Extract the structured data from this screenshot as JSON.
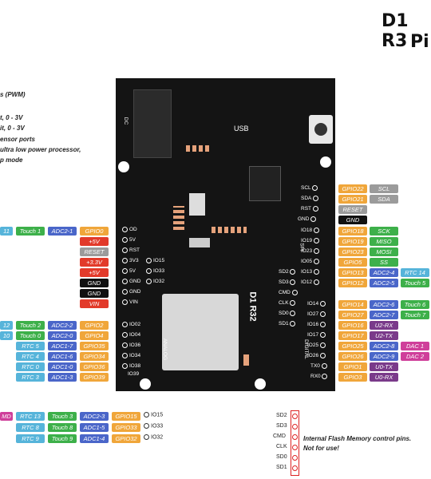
{
  "title": {
    "line1": "D1 R3",
    "line2": "Pi"
  },
  "legend": [
    "s (PWM)",
    "t, 0 - 3V",
    "it, 0 - 3V",
    "ensor ports",
    "ultra low power processor,",
    "p mode"
  ],
  "board": {
    "name": "D1 R32",
    "usb": "USB",
    "dc": "DC",
    "analog": "ANALOG",
    "digital": "DIGITAL",
    "spi": "SPI",
    "left_pins": [
      "OD",
      "5V",
      "RST",
      "3V3",
      "5V",
      "GND",
      "GND",
      "VIN"
    ],
    "left_pins_extra": [
      "IO15",
      "IO33",
      "IO32"
    ],
    "analog_pins": [
      "IO02",
      "IO04",
      "IO36",
      "IO34",
      "IO38",
      "IO39"
    ],
    "right_top_pins": [
      "SCL",
      "SDA",
      "RST",
      "GND"
    ],
    "spi_pins": [
      "IO18",
      "IO19",
      "IO23",
      "IO05"
    ],
    "inner_pins": [
      "SD2",
      "SD3",
      "CMD",
      "CLK",
      "SD0",
      "SD1"
    ],
    "right_pins_top": [
      "IO13",
      "IO12"
    ],
    "digital_pins": [
      "IO14",
      "IO27",
      "IO16",
      "IO17",
      "IO25",
      "IO26",
      "TX0",
      "RX0"
    ]
  },
  "left_labels": {
    "row0": [
      "11",
      "Touch 1",
      "ADC2-1",
      "GPIO0"
    ],
    "power": [
      "+5V",
      "RESET",
      "+3.3V",
      "+5V",
      "GND",
      "GND",
      "VIN"
    ],
    "row_io02": [
      "12",
      "Touch 2",
      "ADC2-2",
      "GPIO2"
    ],
    "row_io04": [
      "10",
      "Touch 0",
      "ADC2-0",
      "GPIO4"
    ],
    "row_io36": [
      "RTC 5",
      "ADC1-7",
      "GPIO35"
    ],
    "row_io34": [
      "RTC 4",
      "ADC1-6",
      "GPIO34"
    ],
    "row_io38": [
      "RTC 0",
      "ADC1-0",
      "GPIO36"
    ],
    "row_io39": [
      "RTC 3",
      "ADC1-3",
      "GPIO39"
    ]
  },
  "bottom_left": {
    "row1": [
      "MD",
      "RTC 13",
      "Touch 3",
      "ADC2-3",
      "GPIO15",
      "IO15"
    ],
    "row2": [
      "RTC 8",
      "Touch 8",
      "ADC1-5",
      "GPIO33",
      "IO33"
    ],
    "row3": [
      "RTC 9",
      "Touch 9",
      "ADC1-4",
      "GPIO32",
      "IO32"
    ]
  },
  "right_labels": {
    "i2c": [
      [
        "GPIO22",
        "SCL"
      ],
      [
        "GPIO21",
        "SDA"
      ]
    ],
    "reset": "RESET",
    "gnd": "GND",
    "spi": [
      [
        "GPIO18",
        "SCK"
      ],
      [
        "GPIO19",
        "MISO"
      ],
      [
        "GPIO23",
        "MOSI"
      ],
      [
        "GPIO5",
        "SS"
      ]
    ],
    "io13": [
      "GPIO13",
      "ADC2-4",
      "RTC 14"
    ],
    "io12": [
      "GPIO12",
      "ADC2-5",
      "Touch 5"
    ],
    "io14": [
      "GPIO14",
      "ADC2-6",
      "Touch 6"
    ],
    "io27": [
      "GPIO27",
      "ADC2-7",
      "Touch 7"
    ],
    "io16": [
      "GPIO16",
      "U2-RX"
    ],
    "io17": [
      "GPIO17",
      "U2-TX"
    ],
    "io25": [
      "GPIO25",
      "ADC2-8",
      "DAC 1"
    ],
    "io26": [
      "GPIO26",
      "ADC2-9",
      "DAC 2"
    ],
    "tx": [
      "GPIO1",
      "U0-TX"
    ],
    "rx": [
      "GPIO3",
      "U0-RX"
    ]
  },
  "flash": {
    "pins": [
      "SD2",
      "SD3",
      "CMD",
      "CLK",
      "SD0",
      "SD1"
    ],
    "note_line1": "Internal Flash Memory control pins.",
    "note_line2": "Not for use!"
  }
}
